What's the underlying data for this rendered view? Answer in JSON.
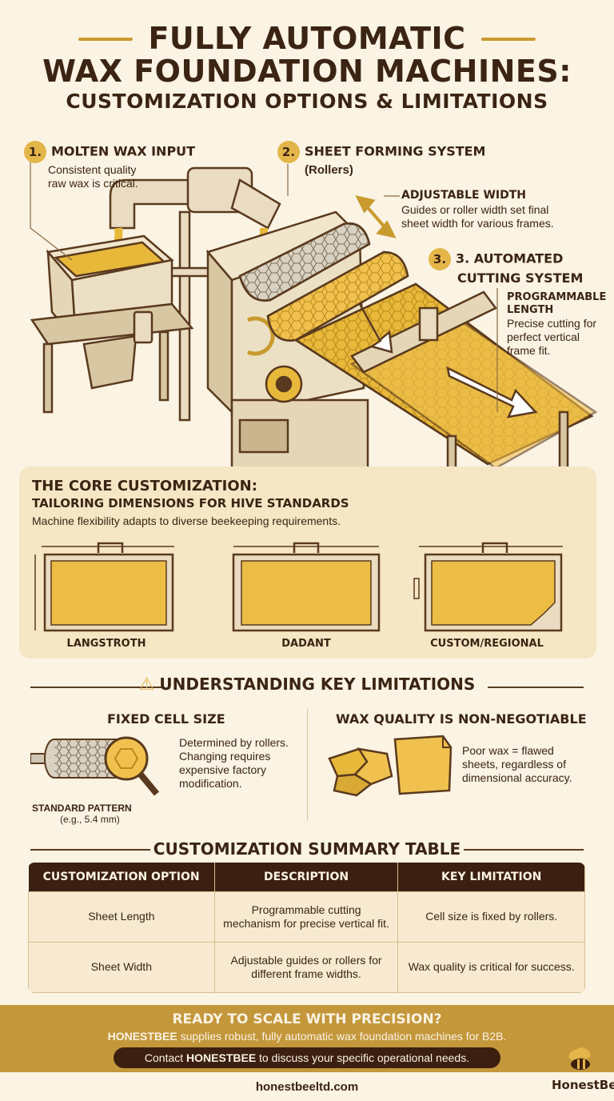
{
  "title": {
    "line1": "FULLY AUTOMATIC",
    "line2": "WAX FOUNDATION MACHINES:",
    "line3": "CUSTOMIZATION OPTIONS & LIMITATIONS"
  },
  "callouts": {
    "molten_wax": {
      "number": "1.",
      "heading": "MOLTEN WAX INPUT",
      "text_line1": "Consistent quality",
      "text_line2": "raw wax is critical."
    },
    "sheet_forming": {
      "number": "2.",
      "heading": "SHEET FORMING SYSTEM",
      "subheading": "(Rollers)"
    },
    "adjustable_width": {
      "heading": "ADJUSTABLE WIDTH",
      "text_line1": "Guides or roller width set final",
      "text_line2": "sheet width for various frames."
    },
    "cutting": {
      "number": "3.",
      "heading_line1": "3. AUTOMATED",
      "heading_line2": "CUTTING SYSTEM"
    },
    "programmable": {
      "heading_line1": "PROGRAMMABLE",
      "heading_line2": "LENGTH",
      "text_line1": "Precise cutting for",
      "text_line2": "perfect vertical",
      "text_line3": "frame fit."
    }
  },
  "core": {
    "title": "THE CORE CUSTOMIZATION:",
    "subtitle": "TAILORING DIMENSIONS FOR HIVE STANDARDS",
    "description": "Machine flexibility adapts to diverse beekeeping requirements.",
    "frames": [
      "LANGSTROTH",
      "DADANT",
      "CUSTOM/REGIONAL"
    ]
  },
  "limitations": {
    "heading": "UNDERSTANDING KEY LIMITATIONS",
    "fixed_cell": {
      "title": "FIXED CELL SIZE",
      "text_line1": "Determined by rollers.",
      "text_line2": "Changing requires",
      "text_line3": "expensive factory",
      "text_line4": "modification.",
      "pattern_label": "STANDARD PATTERN",
      "pattern_example": "(e.g., 5.4 mm)"
    },
    "wax_quality": {
      "title": "WAX QUALITY IS NON-NEGOTIABLE",
      "text_line1": "Poor wax = flawed",
      "text_line2": "sheets, regardless of",
      "text_line3": "dimensional accuracy."
    }
  },
  "summary_table": {
    "heading": "CUSTOMIZATION SUMMARY TABLE",
    "columns": [
      "CUSTOMIZATION OPTION",
      "DESCRIPTION",
      "KEY LIMITATION"
    ],
    "rows": [
      [
        "Sheet Length",
        "Programmable cutting mechanism for precise vertical fit.",
        "Cell size is fixed by rollers."
      ],
      [
        "Sheet Width",
        "Adjustable guides or rollers for different frame widths.",
        "Wax quality is critical for success."
      ]
    ]
  },
  "cta": {
    "title": "READY TO SCALE WITH PRECISION?",
    "text_brand": "HONESTBEE",
    "text": " supplies robust, fully automatic wax foundation machines for B2B.",
    "pill_prefix": "Contact ",
    "pill_brand": "HONESTBEE",
    "pill_suffix": " to discuss your specific operational needs."
  },
  "footer": {
    "website": "honestbeeltd.com",
    "brand": "HonestBee"
  },
  "colors": {
    "background": "#fbf3e3",
    "dark_brown": "#3b1f10",
    "gold": "#c4973b",
    "wax": "#e8b83a",
    "panel": "#f5e6c4"
  }
}
